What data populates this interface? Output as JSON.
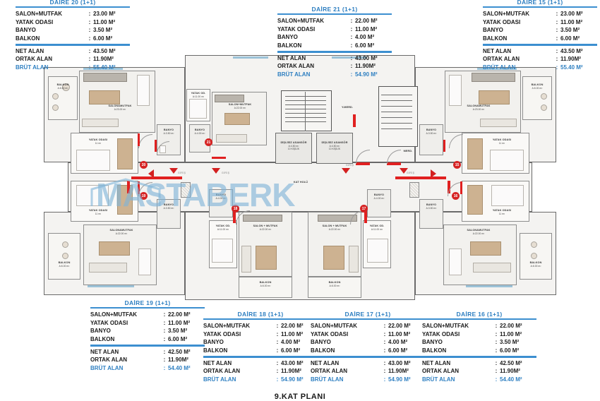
{
  "meta": {
    "floor_title": "9.KAT PLANI",
    "watermark": "MASTABERK",
    "accent_blue": "#2e7fc1",
    "accent_red": "#d32020",
    "labels": {
      "salon_mutfak": "SALON+MUTFAK",
      "yatak_odasi": "YATAK ODASI",
      "banyo": "BANYO",
      "balkon": "BALKON",
      "net_alan": "NET ALAN",
      "ortak_alan": "ORTAK ALAN",
      "brut_alan": "BRÜT ALAN",
      "colon": ":"
    }
  },
  "apartments": [
    {
      "id": "daire-20",
      "title": "DAİRE 20  (1+1)",
      "salon_mutfak": "23.00 M²",
      "yatak_odasi": "11.00 M²",
      "banyo": "3.50 M²",
      "balkon": "6.00 M²",
      "net_alan": "43.50 M²",
      "ortak_alan": "11.90M²",
      "brut_alan": "55.40 M²"
    },
    {
      "id": "daire-21",
      "title": "DAİRE 21  (1+1)",
      "salon_mutfak": "22.00 M²",
      "yatak_odasi": "11.00 M²",
      "banyo": "4.00 M²",
      "balkon": "6.00 M²",
      "net_alan": "43.00 M²",
      "ortak_alan": "11.90M²",
      "brut_alan": "54.90 M²"
    },
    {
      "id": "daire-15",
      "title": "DAİRE 15  (1+1)",
      "salon_mutfak": "23.00 M²",
      "yatak_odasi": "11.00 M²",
      "banyo": "3.50 M²",
      "balkon": "6.00 M²",
      "net_alan": "43.50 M²",
      "ortak_alan": "11.90M²",
      "brut_alan": "55.40 M²"
    },
    {
      "id": "daire-19",
      "title": "DAİRE 19  (1+1)",
      "salon_mutfak": "22.00 M²",
      "yatak_odasi": "11.00 M²",
      "banyo": "3.50 M²",
      "balkon": "6.00 M²",
      "net_alan": "42.50 M²",
      "ortak_alan": "11.90M²",
      "brut_alan": "54.40 M²"
    },
    {
      "id": "daire-18",
      "title": "DAİRE 18  (1+1)",
      "salon_mutfak": "22.00 M²",
      "yatak_odasi": "11.00 M²",
      "banyo": "4.00 M²",
      "balkon": "6.00 M²",
      "net_alan": "43.00 M²",
      "ortak_alan": "11.90M²",
      "brut_alan": "54.90 M²"
    },
    {
      "id": "daire-17",
      "title": "DAİRE 17  (1+1)",
      "salon_mutfak": "22.00 M²",
      "yatak_odasi": "11.00 M²",
      "banyo": "4.00 M²",
      "balkon": "6.00 M²",
      "net_alan": "43.00 M²",
      "ortak_alan": "11.90M²",
      "brut_alan": "54.90 M²"
    },
    {
      "id": "daire-16",
      "title": "DAİRE 16  (1+1)",
      "salon_mutfak": "22.00 M²",
      "yatak_odasi": "11.00 M²",
      "banyo": "3.50 M²",
      "balkon": "6.00 M²",
      "net_alan": "42.50 M²",
      "ortak_alan": "11.90M²",
      "brut_alan": "54.40 M²"
    }
  ],
  "plan_rooms": {
    "core": {
      "elevator_1": {
        "name": "DİŞLİSİZ ASANSÖR",
        "area": "A:4.50 m²",
        "capacity": "10 KİŞİLİK"
      },
      "elevator_2": {
        "name": "DİŞLİSİZ ASANSÖR",
        "area": "A:4.50 m²",
        "capacity": "10 KİŞİLİK"
      },
      "corridor": "KAT HOLÜ",
      "fire_stair": "Y.MERD.",
      "stair": "MERD."
    },
    "entry_marker": "GİRİŞ",
    "units": [
      {
        "badge": "20",
        "salon": "SALON&MUTFAK",
        "salon_area": "A:23.00 m²",
        "yatak": "YATAK ODASI",
        "yatak_area": "11 m²",
        "banyo": "BANYO",
        "banyo_area": "A:3.50 m²",
        "balkon": "BALKON",
        "balkon_area": "A:6.00 m²"
      },
      {
        "badge": "21",
        "salon": "SALON+MUTFAK",
        "salon_area": "A:22.00 m²",
        "yatak": "YATAK OD.",
        "yatak_area": "A:11.00 m²",
        "banyo": "BANYO",
        "banyo_area": "A:4.00 m²",
        "balkon": "BALKON",
        "balkon_area": "A:6.00 m²"
      },
      {
        "badge": "15",
        "salon": "SALON&MUTFAK",
        "salon_area": "A:23.00 m²",
        "yatak": "YATAK ODASI",
        "yatak_area": "11 m²",
        "banyo": "BANYO",
        "banyo_area": "A:3.50 m²",
        "balkon": "BALKON",
        "balkon_area": "A:6.00 m²"
      },
      {
        "badge": "19",
        "salon": "SALON&MUTFAK",
        "salon_area": "A:22.00 m²",
        "yatak": "YATAK ODASI",
        "yatak_area": "11 m²",
        "banyo": "BANYO",
        "banyo_area": "A:3.50 m²",
        "balkon": "BALKON",
        "balkon_area": "A:6.00 m²"
      },
      {
        "badge": "18",
        "salon": "SALON + MUTFAK",
        "salon_area": "A:22.00 m²",
        "yatak": "YATAK OD.",
        "yatak_area": "A:11.00 m²",
        "banyo": "BANYO",
        "banyo_area": "A:4.00 m²",
        "balkon": "BALKON",
        "balkon_area": "A:6.00 m²"
      },
      {
        "badge": "17",
        "salon": "SALON + MUTFAK",
        "salon_area": "A:22.00 m²",
        "yatak": "YATAK OD.",
        "yatak_area": "A:11.00 m²",
        "banyo": "BANYO",
        "banyo_area": "A:4.00 m²",
        "balkon": "BALKON",
        "balkon_area": "A:6.00 m²"
      },
      {
        "badge": "16",
        "salon": "SALON&MUTFAK",
        "salon_area": "A:22.00 m²",
        "yatak": "YATAK ODASI",
        "yatak_area": "11 m²",
        "banyo": "BANYO",
        "banyo_area": "A:3.50 m²",
        "balkon": "BALKON",
        "balkon_area": "A:6.00 m²"
      }
    ]
  }
}
